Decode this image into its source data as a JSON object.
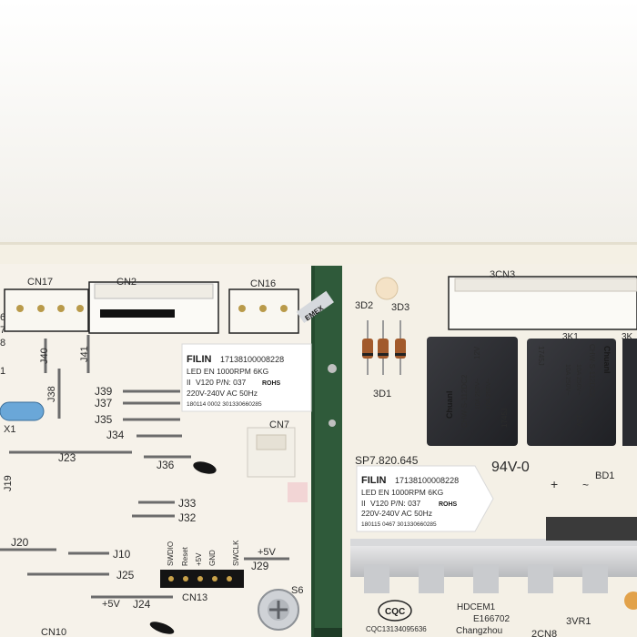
{
  "left_board": {
    "connectors": [
      "CN17",
      "CN2",
      "CN16",
      "CN7",
      "CN13",
      "CN10"
    ],
    "jumpers": [
      "J40",
      "J41",
      "J38",
      "J39",
      "J37",
      "J35",
      "J34",
      "J23",
      "J36",
      "J33",
      "J32",
      "J20",
      "J10",
      "J25",
      "J24",
      "J29",
      "J19"
    ],
    "crystal": "X1",
    "header_pins": [
      "SWDIO",
      "Reset",
      "+5V",
      "GND",
      "SWCLK"
    ],
    "plus5v_a": "+5V",
    "plus5v_b": "+5V",
    "s6": "S6",
    "edge_digits": [
      "6",
      "7",
      "8",
      "1"
    ],
    "brand_tag": "EMEX"
  },
  "left_label": {
    "line1_brand": "FILIN",
    "line1_code": "17138100008228",
    "line2": "LED EN 1000RPM 6KG",
    "line3_mark": "II",
    "line3": "V120 P/N: 037",
    "line3_rohs": "ROHS",
    "line4": "220V-240V AC 50Hz",
    "line5": "180114 0002 301330660285"
  },
  "right_board": {
    "connectors": [
      "3CN3",
      "3D2",
      "3D3",
      "3D1",
      "3K1",
      "3K",
      "BD1",
      "2CN8",
      "3VR1"
    ],
    "part_code": "SP7.820.645",
    "flame_rating": "94V-0",
    "cqc_logo": "CQC",
    "cqc_number": "CQC13134095636",
    "ul_mark": "HDCEM1",
    "ul_number": "E166702",
    "city": "Changzhou"
  },
  "right_label": {
    "line1_brand": "FILIN",
    "line1_code": "17138100008228",
    "line2": "LED EN 1000RPM 6KG",
    "line3_mark": "II",
    "line3": "V120 P/N: 037",
    "line3_rohs": "ROHS",
    "line4": "220V-240V AC 50Hz",
    "line5": "180115 0467 301330660285"
  },
  "relays": [
    {
      "brand": "Chuanl",
      "model": "CHW-S-112DC2",
      "voltage": "12V",
      "rating": "10A 250V~",
      "rating2": "10A 250V~",
      "code": "1745J"
    },
    {
      "brand": "Chuanl",
      "model": "CHW-S-112DC2",
      "voltage": "12V",
      "rating": "10A 250V~",
      "rating2": "10A 250V~",
      "code": "1745J"
    }
  ],
  "colors": {
    "board": "#f3efe6",
    "relay": "#2e2f33",
    "solder_mask": "#2f5a3a",
    "label": "#ffffff",
    "crystal": "#6aa7d8",
    "pin": "#c9a24a"
  }
}
